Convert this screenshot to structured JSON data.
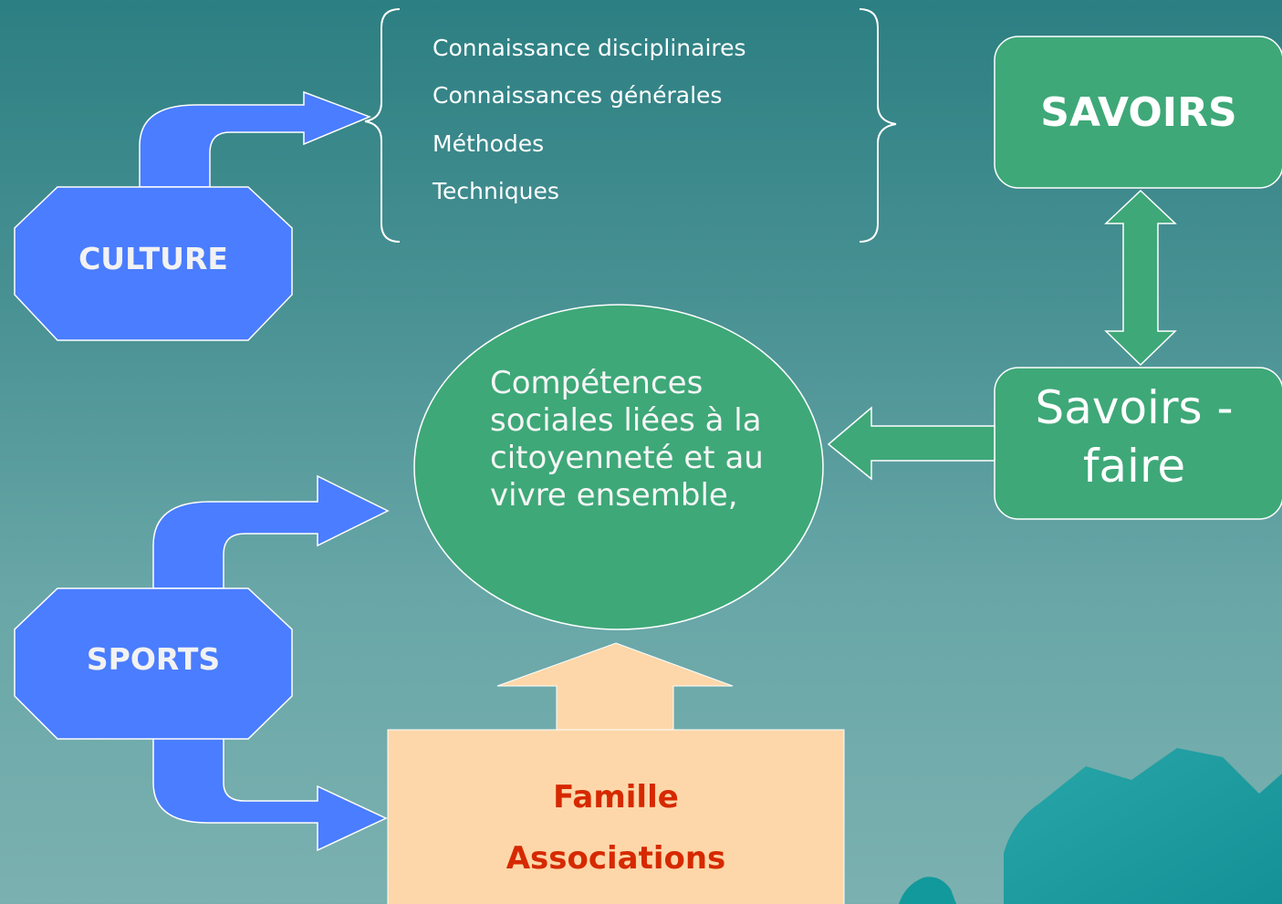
{
  "list": {
    "items": [
      "Connaissance disciplinaires",
      "Connaissances générales",
      "Méthodes",
      "Techniques"
    ]
  },
  "culture": {
    "label": "CULTURE"
  },
  "sports": {
    "label": "SPORTS"
  },
  "savoirs": {
    "label": "SAVOIRS"
  },
  "savoir_faire": {
    "label": "Savoirs -faire"
  },
  "competences": {
    "label": "Compétences sociales liées à la citoyenneté et au vivre ensemble,"
  },
  "famille_box": {
    "line1": "Famille",
    "line2": "Associations"
  },
  "colors": {
    "blue_shape": "#4a7dff",
    "green_shape": "#3ea878",
    "peach_box": "#fdd7a9",
    "famille_text": "#d62900"
  }
}
